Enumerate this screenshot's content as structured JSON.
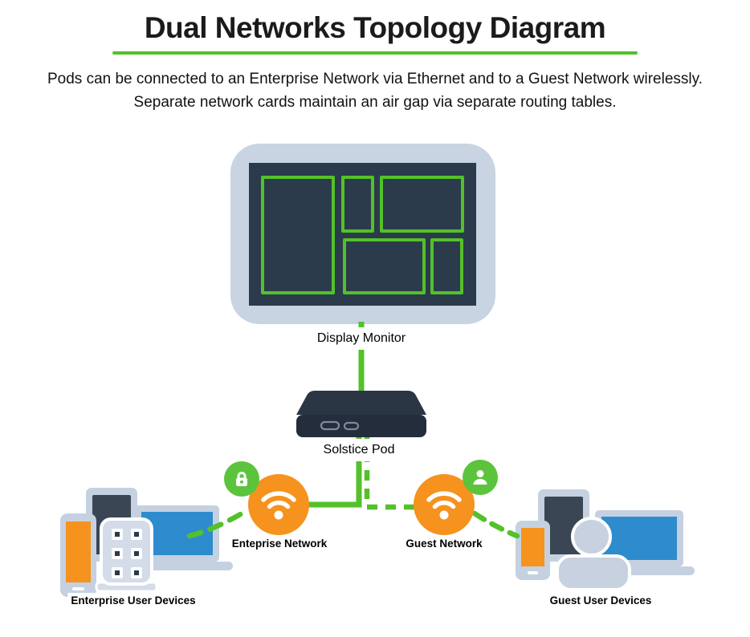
{
  "title": "Dual Networks Topology Diagram",
  "subtitle": {
    "line1": "Pods can be connected to an Enterprise Network via Ethernet and to a Guest Network wirelessly.",
    "line2": "Separate network cards maintain an air gap via separate routing tables."
  },
  "nodes": {
    "display_monitor": {
      "label": "Display Monitor",
      "icon": "display-monitor-icon",
      "shared_windows_count": 5
    },
    "solstice_pod": {
      "label": "Solstice Pod",
      "icon": "solstice-pod-icon",
      "ports": [
        "hdmi-port-icon",
        "usbc-port-icon"
      ]
    },
    "enterprise_network": {
      "label": "Enteprise Network",
      "icon": "wifi-icon",
      "badge_icon": "lock-icon"
    },
    "guest_network": {
      "label": "Guest Network",
      "icon": "wifi-icon",
      "badge_icon": "user-icon"
    },
    "enterprise_devices": {
      "label": "Enterprise User Devices",
      "device_icons": [
        "smartphone-icon",
        "tablet-icon",
        "laptop-icon",
        "keypad-device-icon"
      ]
    },
    "guest_devices": {
      "label": "Guest User Devices",
      "device_icons": [
        "smartphone-icon",
        "tablet-icon",
        "laptop-icon",
        "person-icon"
      ]
    }
  },
  "connections": {
    "monitor_to_pod": {
      "style": "solid",
      "from": "display_monitor",
      "to": "solstice_pod"
    },
    "ethernet": {
      "style": "solid",
      "from": "solstice_pod",
      "to": "enterprise_network"
    },
    "wireless": {
      "style": "dashed",
      "from": "solstice_pod",
      "to": "guest_network"
    },
    "enterprise_wireless_link": {
      "style": "dashed",
      "from": "enterprise_devices",
      "to": "enterprise_network"
    },
    "guest_wireless_link": {
      "style": "dashed",
      "from": "guest_network",
      "to": "guest_devices"
    }
  },
  "colors": {
    "line_green": "#53C12A",
    "badge_green": "#5BC43C",
    "network_orange": "#F6921E",
    "screen_navy": "#2B3B4B",
    "tablet_screen_navy": "#3B4654",
    "pod_navy_top": "#2B3645",
    "pod_navy_front": "#232D3C",
    "device_gray": "#C5D1E0",
    "monitor_bezel_gray": "#C8D4E1",
    "keypad_gray": "#D3DCE8",
    "person_gray": "#C7D1DF",
    "laptop_screen_blue": "#2E8BCE",
    "label_background": "#FFFFFF",
    "text_black": "#1B1B1B"
  }
}
